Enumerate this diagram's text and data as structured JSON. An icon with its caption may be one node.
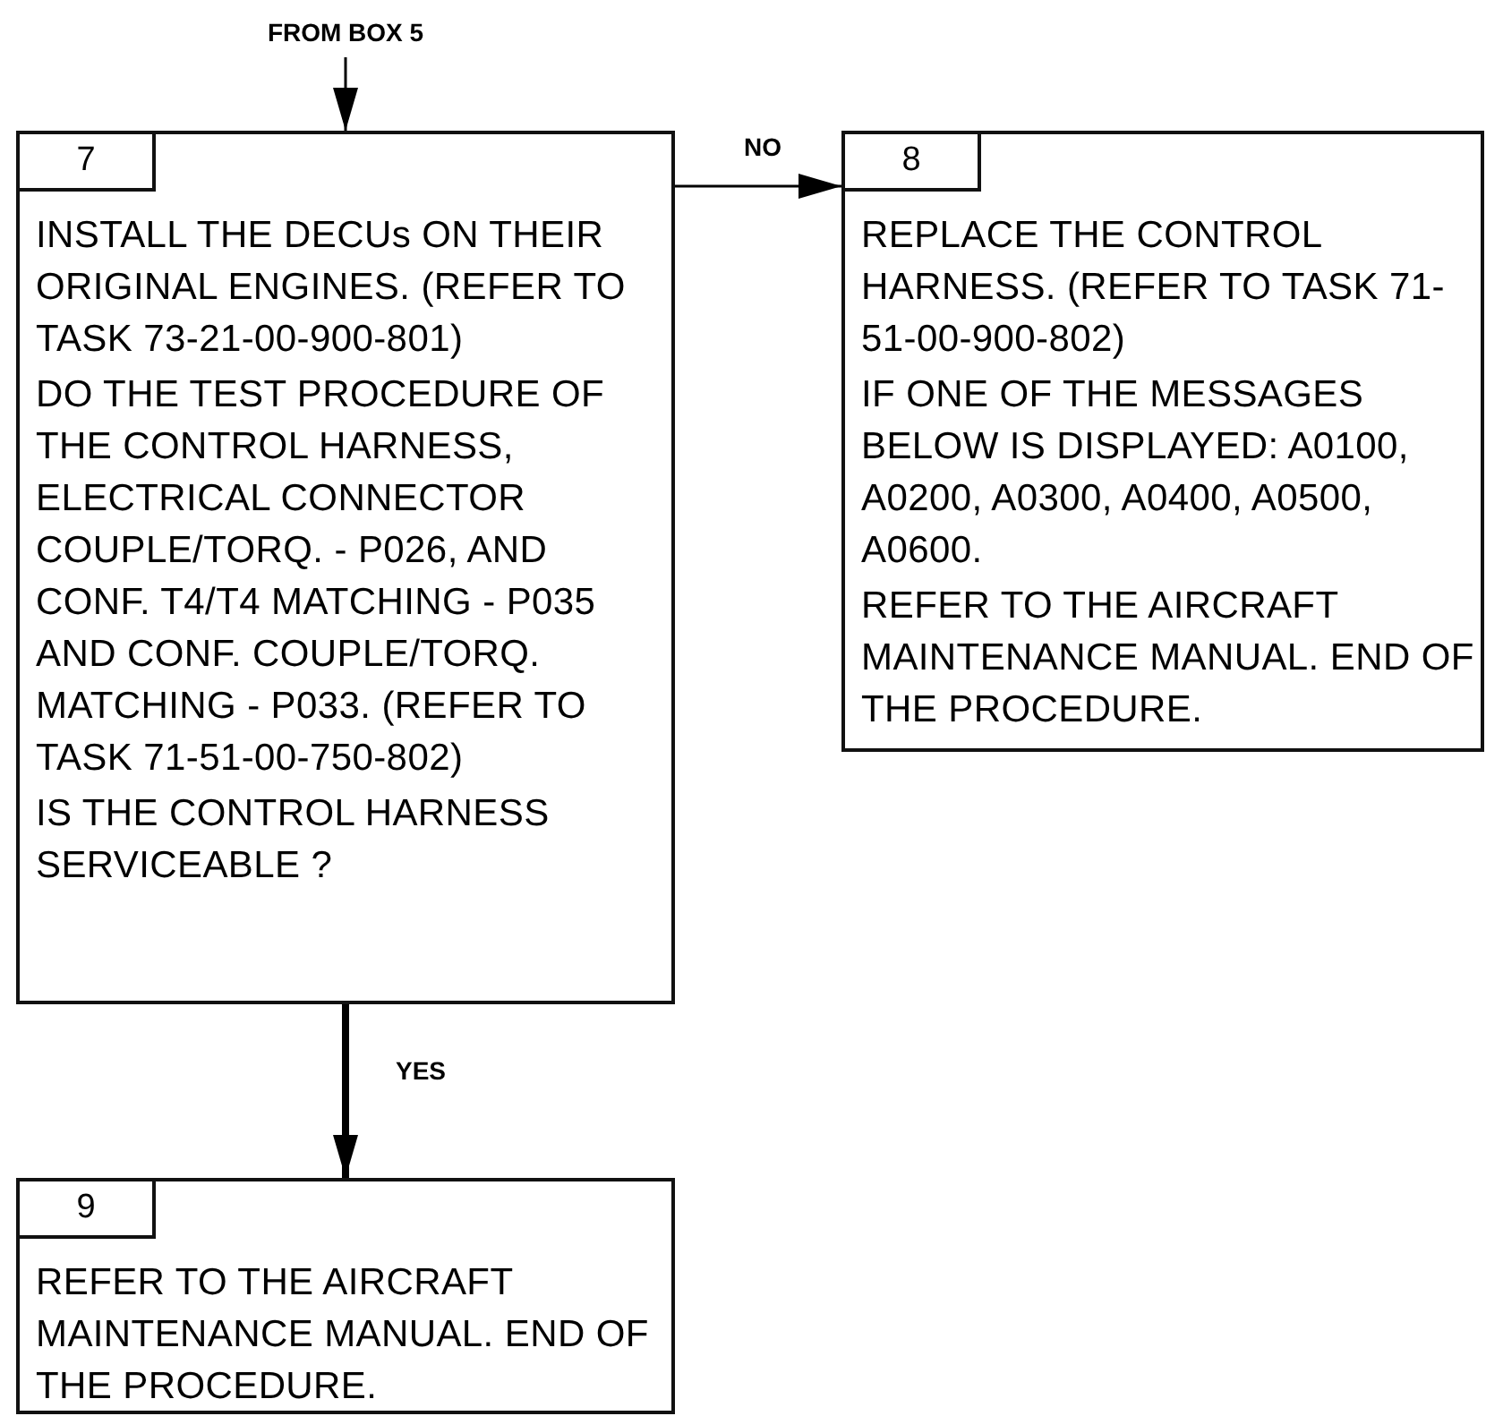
{
  "diagram": {
    "nodes": [
      {
        "text": [
          "FROM BOX 5"
        ]
      },
      {
        "text": [
          "7",
          "INSTALL THE DECUs ON THEIR ORIGINAL ENGINES. (REFER TO TASK 73-21-00-900-801)",
          "DO THE TEST PROCEDURE OF THE CONTROL HARNESS, ELECTRICAL CONNECTOR COUPLE/TORQ. - P026, AND CONF. T4/T4 MATCHING - P035 AND CONF. COUPLE/TORQ. MATCHING - P033. (REFER TO TASK 71-51-00-750-802)",
          "IS THE CONTROL HARNESS SERVICEABLE ?"
        ]
      },
      {
        "text": [
          "8",
          "REPLACE THE CONTROL HARNESS. (REFER TO TASK 71-51-00-900-802)",
          "IF ONE OF THE MESSAGES BELOW IS DISPLAYED: A0100, A0200, A0300, A0400, A0500, A0600.",
          "REFER TO THE AIRCRAFT MAINTENANCE MANUAL. END OF THE PROCEDURE."
        ]
      },
      {
        "text": [
          "9",
          "REFER TO THE AIRCRAFT MAINTENANCE MANUAL. END OF THE PROCEDURE."
        ]
      }
    ],
    "edges": [
      {
        "from": 0,
        "to": 1,
        "arrow": "to"
      },
      {
        "from": 1,
        "to": 2,
        "arrow": "to",
        "label": "NO"
      },
      {
        "from": 1,
        "to": 3,
        "arrow": "to",
        "label": "YES",
        "style": "thick"
      }
    ]
  }
}
